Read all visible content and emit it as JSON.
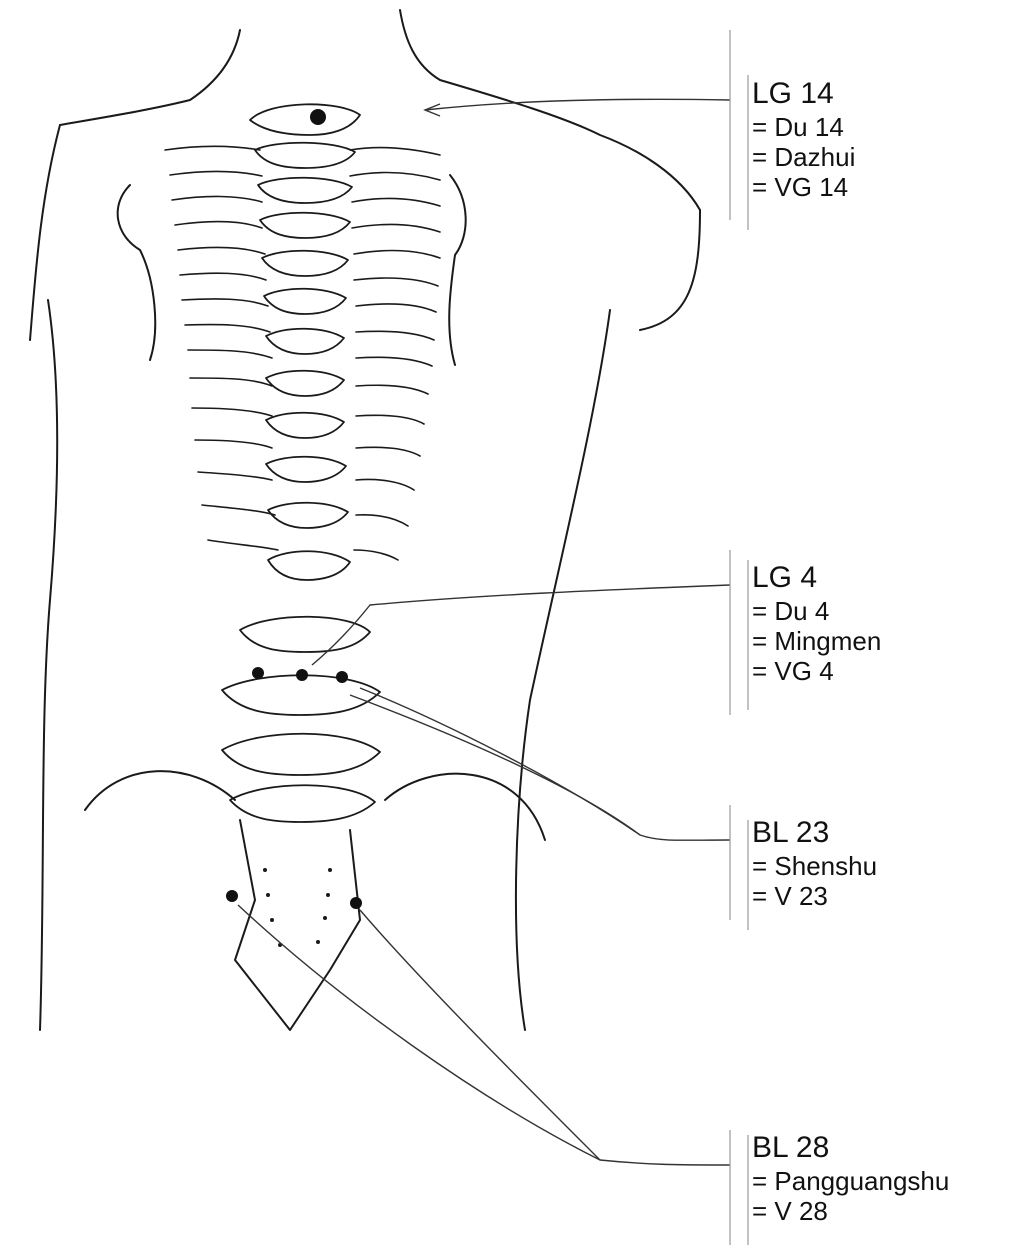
{
  "figure": {
    "icon": "spine-back-acupuncture-illustration",
    "ink_color": "#1a1a1a",
    "point_color": "#111111",
    "background": "#ffffff"
  },
  "labels": [
    {
      "code": "LG 14",
      "aliases": [
        "= Du 14",
        "= Dazhui",
        "= VG 14"
      ]
    },
    {
      "code": "LG 4",
      "aliases": [
        "= Du 4",
        "= Mingmen",
        "= VG 4"
      ]
    },
    {
      "code": "BL 23",
      "aliases": [
        "= Shenshu",
        "= V 23"
      ]
    },
    {
      "code": "BL 28",
      "aliases": [
        "= Pangguangshu",
        "= V 28"
      ]
    }
  ]
}
